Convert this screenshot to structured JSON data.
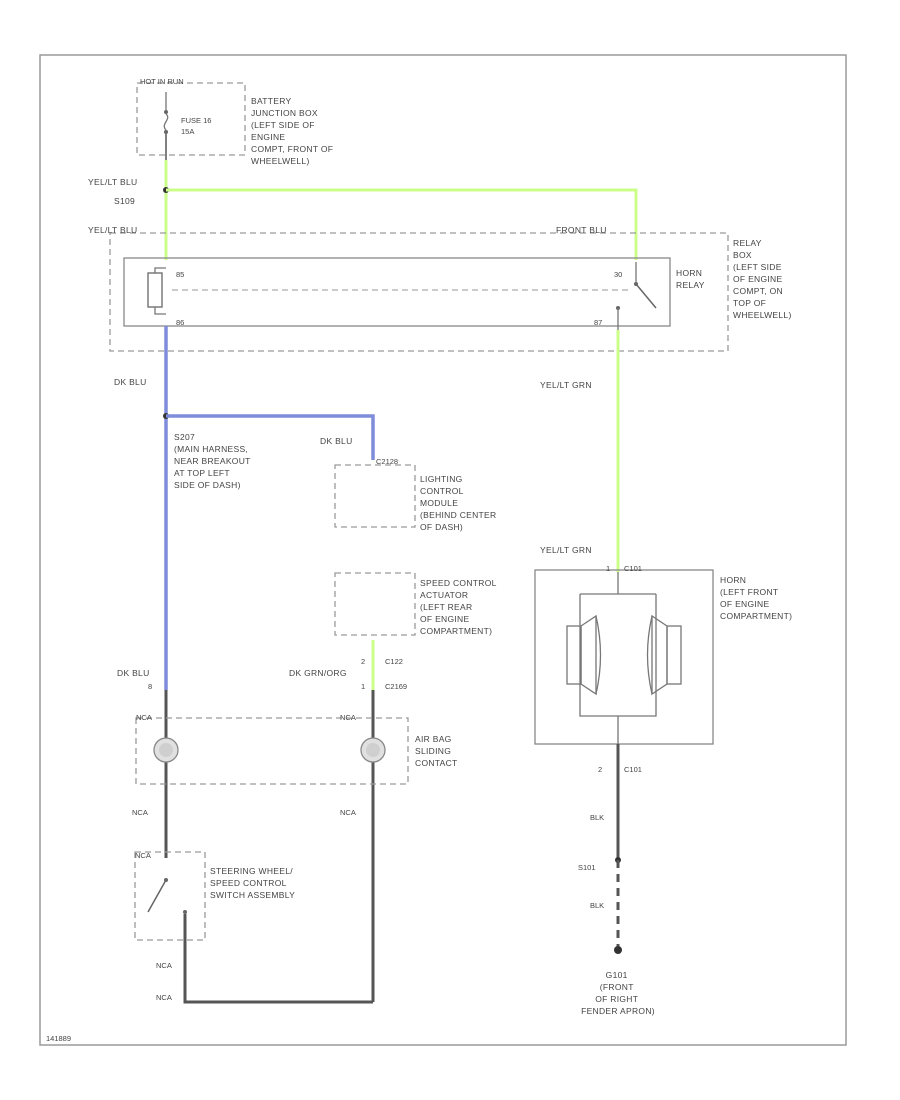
{
  "fuse_box": {
    "header": "HOT IN RUN",
    "fuse_label_1": "FUSE 16",
    "fuse_label_2": "15A",
    "location": [
      "BATTERY",
      "JUNCTION BOX",
      "(LEFT SIDE OF",
      "ENGINE",
      "COMPT, FRONT OF",
      "WHEELWELL)"
    ]
  },
  "wires": {
    "yel_lt_blu": "YEL/LT BLU",
    "splice_s109": "S109",
    "dk_blu_1": "DK BLU",
    "dk_blu_2": "DK BLU",
    "dk_blu_3": "DK BLU",
    "yel_lt_grn_1": "YEL/LT GRN",
    "yel_lt_grn_2": "YEL/LT GRN",
    "dk_grn_org": "DK GRN/ORG",
    "nca_1": "NCA",
    "nca_2": "NCA",
    "nca_3": "NCA",
    "nca_4": "NCA",
    "nca_5": "NCA",
    "nca_6": "NCA",
    "nca_7": "NCA",
    "blk_1": "BLK",
    "blk_2": "BLK"
  },
  "relay_box": {
    "left_header": "YEL/LT BLU",
    "right_header": "FRONT BLU",
    "pin_85": "85",
    "pin_86": "86",
    "pin_30": "30",
    "pin_87": "87",
    "relay_name": [
      "HORN",
      "RELAY"
    ],
    "location": [
      "RELAY",
      "BOX",
      "(LEFT SIDE",
      "OF ENGINE",
      "COMPT, ON",
      "TOP OF",
      "WHEELWELL)"
    ]
  },
  "splice_s207": [
    "S207",
    "(MAIN HARNESS,",
    "NEAR BREAKOUT",
    "AT TOP LEFT",
    "SIDE OF DASH)"
  ],
  "lighting_module": {
    "connector": "C2128",
    "name": [
      "LIGHTING",
      "CONTROL",
      "MODULE",
      "(BEHIND CENTER",
      "OF DASH)"
    ]
  },
  "speed_control": {
    "name": [
      "SPEED CONTROL",
      "ACTUATOR",
      "(LEFT REAR",
      "OF ENGINE",
      "COMPARTMENT)"
    ],
    "pin_2": "2",
    "pin_1": "1",
    "conn_c122": "C122",
    "conn_c2169": "C2169"
  },
  "connectors": {
    "pin_8": "8"
  },
  "airbag_contact": {
    "name": [
      "AIR BAG",
      "SLIDING",
      "CONTACT"
    ]
  },
  "steering_switch": {
    "name": [
      "STEERING WHEEL/",
      "SPEED CONTROL",
      "SWITCH ASSEMBLY"
    ]
  },
  "horn": {
    "connector_top": "C101",
    "pin_top": "1",
    "pin_bottom": "2",
    "connector_bottom": "C101",
    "name": [
      "HORN",
      "(LEFT FRONT",
      "OF ENGINE",
      "COMPARTMENT)"
    ]
  },
  "ground": {
    "splice": "S101",
    "name": [
      "G101",
      "(FRONT",
      "OF RIGHT",
      "FENDER APRON)"
    ]
  },
  "figure_id": "141889"
}
